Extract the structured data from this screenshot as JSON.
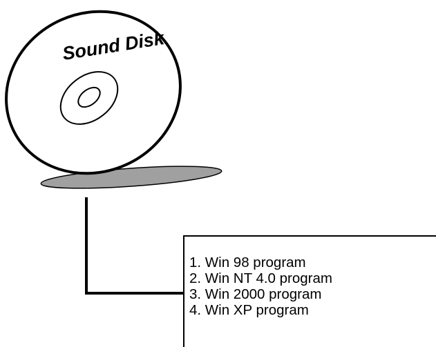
{
  "disk": {
    "label": "Sound Disk"
  },
  "programs": {
    "items": [
      "1. Win 98 program",
      "2. Win NT 4.0 program",
      "3. Win 2000 program",
      "4. Win XP program"
    ]
  },
  "colors": {
    "outline": "#000000",
    "disk_shadow": "#a0a0a0",
    "background": "#ffffff"
  }
}
